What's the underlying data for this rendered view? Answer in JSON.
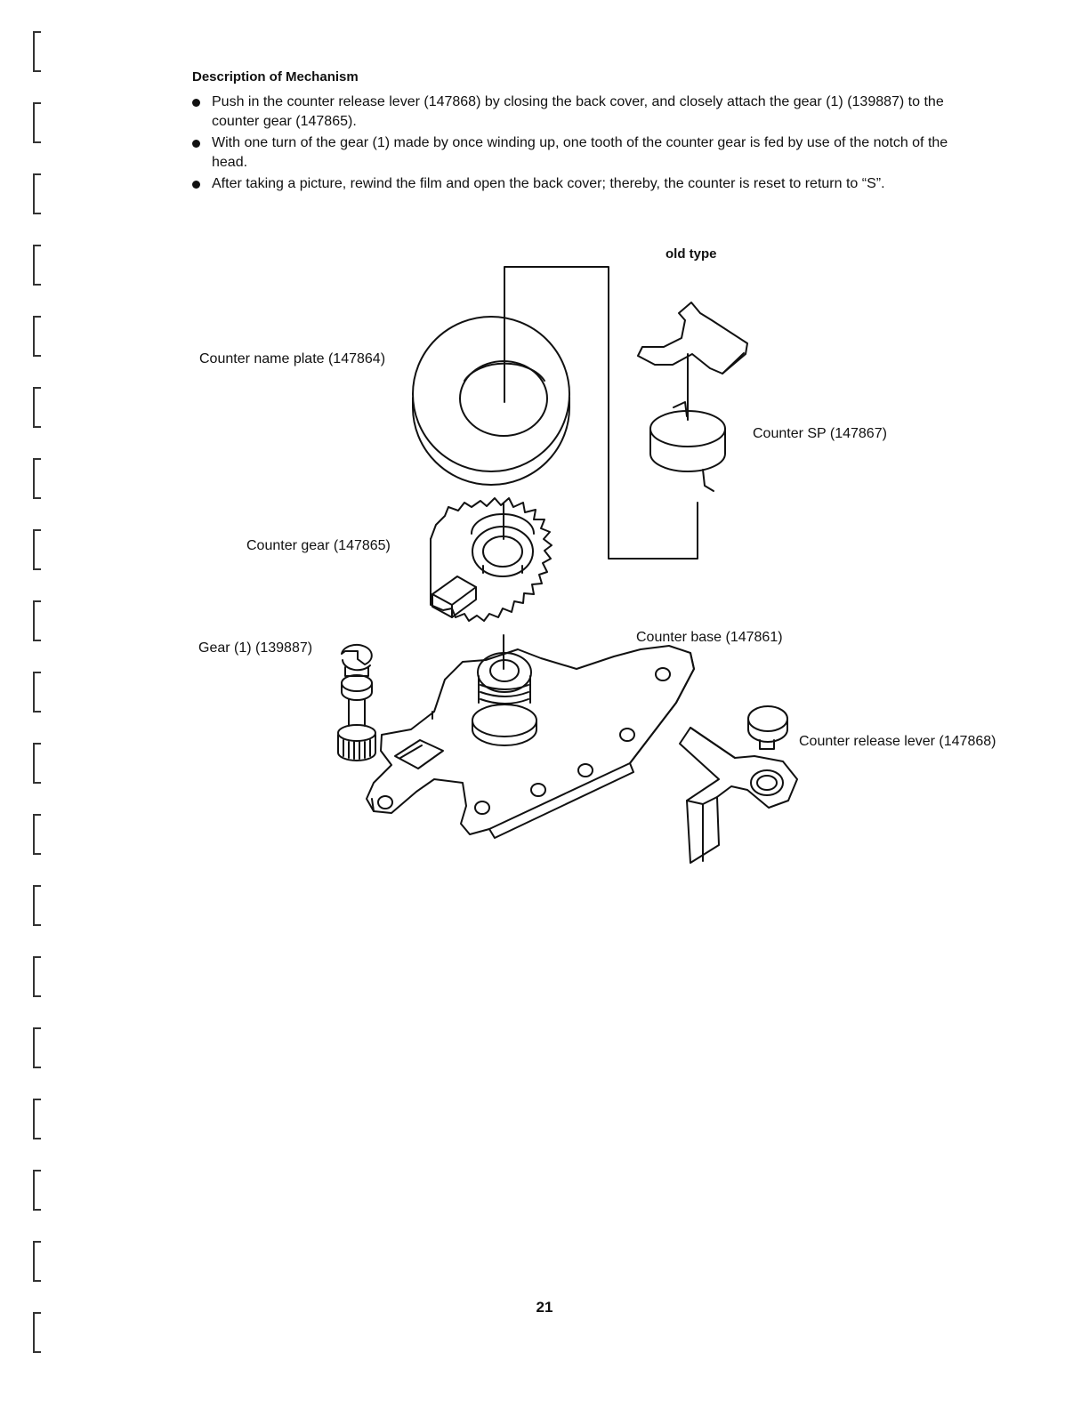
{
  "section": {
    "heading": "Description of Mechanism",
    "bullets": [
      "Push in the counter release lever (147868) by closing the back cover, and closely attach the gear (1) (139887) to the counter gear (147865).",
      "With one turn of the gear (1) made by once winding up, one tooth of the counter gear is fed by use of the notch of the head.",
      "After taking a picture, rewind the film and open the back cover; thereby, the counter is reset to return to “S”."
    ]
  },
  "diagram": {
    "variant_label": "old type",
    "parts": {
      "name_plate": "Counter name plate (147864)",
      "counter_sp": "Counter SP (147867)",
      "counter_gear": "Counter gear (147865)",
      "gear_1": "Gear (1) (139887)",
      "counter_base": "Counter base (147861)",
      "release_lever": "Counter release lever (147868)"
    }
  },
  "page_number": "21"
}
